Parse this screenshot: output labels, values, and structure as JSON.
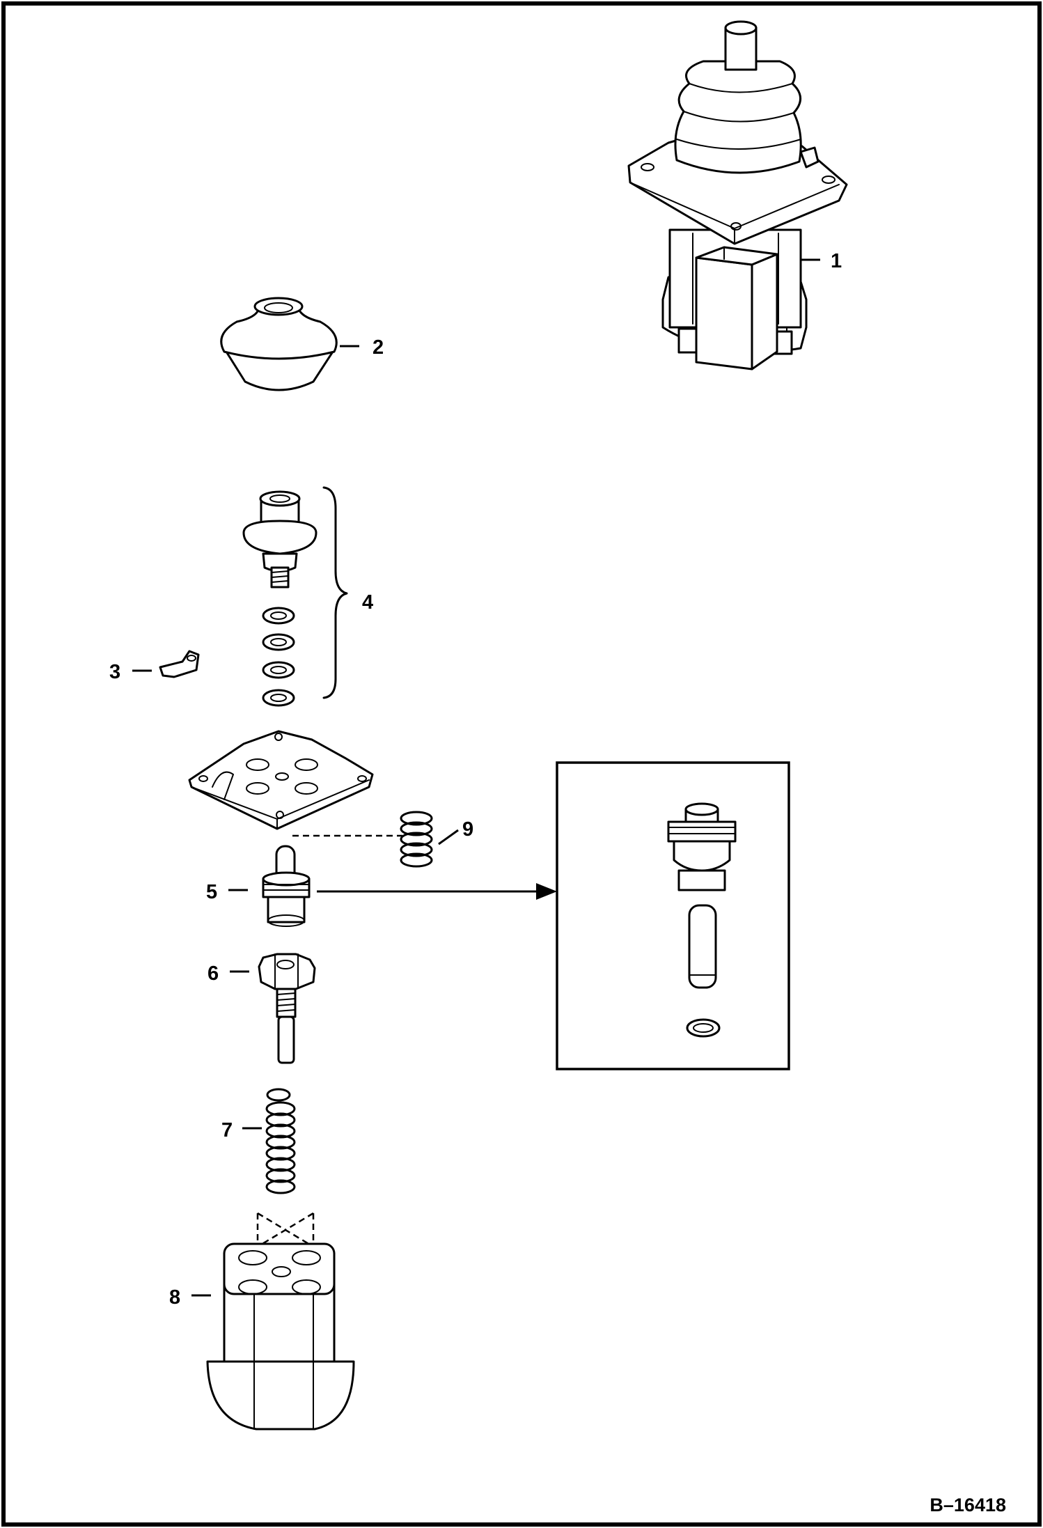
{
  "diagram": {
    "document_number": "B–16418",
    "callouts": [
      {
        "id": "1",
        "text": "1"
      },
      {
        "id": "2",
        "text": "2"
      },
      {
        "id": "3",
        "text": "3"
      },
      {
        "id": "4",
        "text": "4"
      },
      {
        "id": "5",
        "text": "5"
      },
      {
        "id": "6",
        "text": "6"
      },
      {
        "id": "7",
        "text": "7"
      },
      {
        "id": "8",
        "text": "8"
      },
      {
        "id": "9",
        "text": "9"
      }
    ]
  },
  "colors": {
    "ink": "#000000",
    "paper": "#ffffff"
  }
}
